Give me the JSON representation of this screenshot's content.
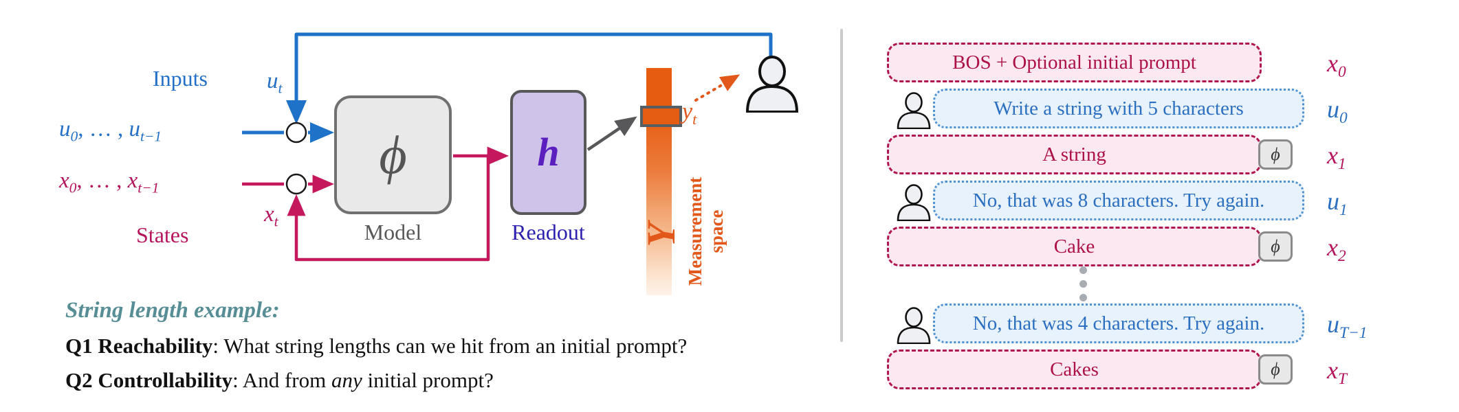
{
  "figure": {
    "type": "control-systems-diagram-with-dialogue-example",
    "left_panel": {
      "inputs_label": "Inputs",
      "states_label": "States",
      "u_current": {
        "base": "u",
        "sub": "t"
      },
      "x_current": {
        "base": "x",
        "sub": "t"
      },
      "u_series": {
        "base1": "u",
        "sub1": "0",
        "middle": ", … , ",
        "base2": "u",
        "sub2": "t−1"
      },
      "x_series": {
        "base1": "x",
        "sub1": "0",
        "middle": ", … , ",
        "base2": "x",
        "sub2": "t−1"
      },
      "model": {
        "symbol": "ϕ",
        "caption": "Model"
      },
      "readout": {
        "symbol": "h",
        "caption": "Readout"
      },
      "measurement": {
        "space_symbol": "Y",
        "axis_line1": "Measurement",
        "axis_line2": "space",
        "y_current": {
          "base": "y",
          "sub": "t"
        }
      },
      "example": {
        "heading": "String length example:",
        "q1_label": "Q1 Reachability",
        "q1_text": ": What string lengths can we hit from an initial prompt?",
        "q2_label": "Q2 Controllability",
        "q2_pre": ": And from ",
        "q2_italic": "any",
        "q2_post": " initial prompt?"
      }
    },
    "dialogue": {
      "phi_symbol": "ϕ",
      "rows": [
        {
          "type": "state",
          "text": "BOS + Optional initial prompt",
          "label_base": "x",
          "label_sub": "0",
          "phi_badge": false,
          "person": false
        },
        {
          "type": "input",
          "text": "Write a string with 5 characters",
          "label_base": "u",
          "label_sub": "0",
          "phi_badge": false,
          "person": true
        },
        {
          "type": "state",
          "text": "A string",
          "label_base": "x",
          "label_sub": "1",
          "phi_badge": true,
          "person": false
        },
        {
          "type": "input",
          "text": "No, that was 8 characters. Try again.",
          "label_base": "u",
          "label_sub": "1",
          "phi_badge": false,
          "person": true
        },
        {
          "type": "state",
          "text": "Cake",
          "label_base": "x",
          "label_sub": "2",
          "phi_badge": true,
          "person": false
        },
        {
          "type": "input",
          "text": "No, that was 4 characters. Try again.",
          "label_base": "u",
          "label_sub": "T−1",
          "phi_badge": false,
          "person": true
        },
        {
          "type": "state",
          "text": "Cakes",
          "label_base": "x",
          "label_sub": "T",
          "phi_badge": true,
          "person": false
        }
      ]
    },
    "colors": {
      "blue": "#2470c6",
      "crimson": "#b5155b",
      "orange": "#e2581a",
      "teal_heading": "#578e95",
      "model_fill": "#e9e9e9",
      "model_border": "#707070",
      "readout_fill": "#cfc3e9",
      "readout_text": "#2d21ae",
      "h_glyph": "#5b1fc0",
      "pink_bubble_fill": "#fbe8f0",
      "blue_bubble_fill": "#e8f2fc",
      "divider": "#cccccc"
    }
  }
}
